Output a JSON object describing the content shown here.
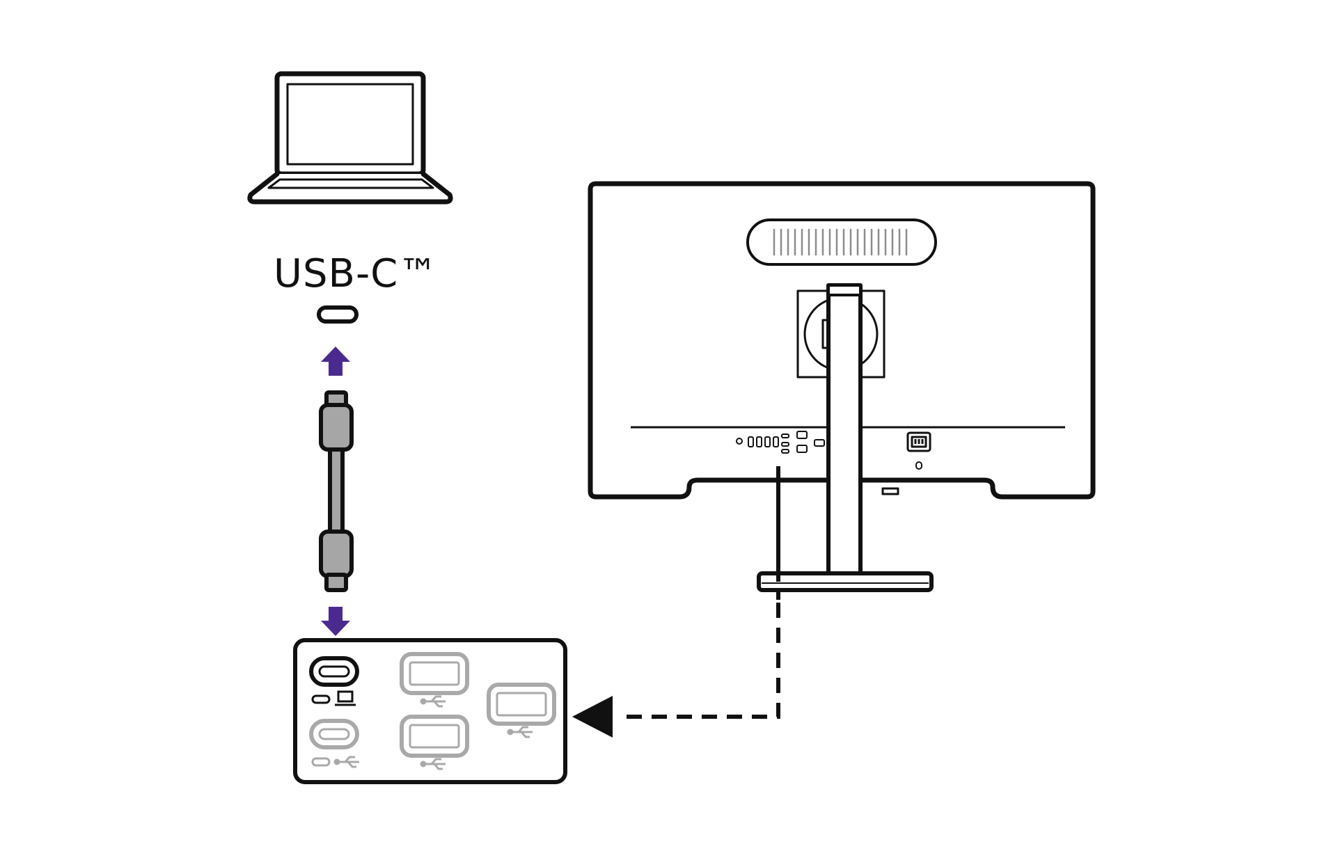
{
  "connection_label": "USB-C™",
  "colors": {
    "outline": "#111111",
    "arrow": "#4b2a8f",
    "cable_fill": "#a6a6a6",
    "inactive_port": "#a9a9a9",
    "vent": "#8c8c8c",
    "background": "#ffffff"
  },
  "icons": {
    "laptop": "laptop-icon",
    "usb_c_port": "usb-c-port-icon",
    "arrow_up": "arrow-up-icon",
    "arrow_down": "arrow-down-icon",
    "cable": "usb-c-cable-icon",
    "monitor": "monitor-rear-icon",
    "usb_symbol": "usb-icon",
    "power_socket": "power-socket-icon",
    "pointer": "arrow-left-icon"
  },
  "port_panel": {
    "highlighted_port": "usb-c-laptop-port",
    "ports": [
      "usb-c-laptop-port",
      "usb-c-downstream-port",
      "usb-a-port-1",
      "usb-a-port-2",
      "usb-a-port-3"
    ]
  }
}
